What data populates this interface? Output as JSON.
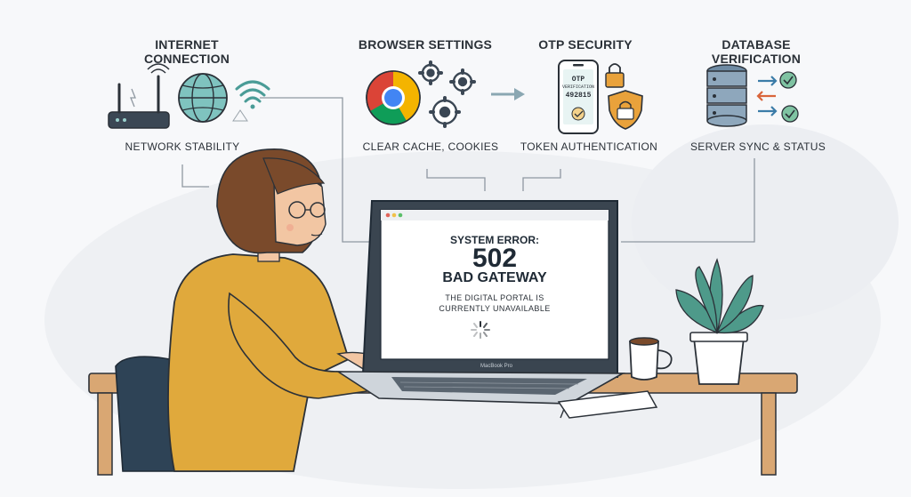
{
  "sections": [
    {
      "heading": "INTERNET CONNECTION",
      "caption": "NETWORK STABILITY"
    },
    {
      "heading": "BROWSER SETTINGS",
      "caption": "CLEAR CACHE, COOKIES"
    },
    {
      "heading": "OTP SECURITY",
      "caption": "TOKEN AUTHENTICATION"
    },
    {
      "heading": "DATABASE VERIFICATION",
      "caption": "SERVER SYNC & STATUS"
    }
  ],
  "phone": {
    "line1": "OTP",
    "line2": "VERIFICATION",
    "code": "492815"
  },
  "screen": {
    "line1": "SYSTEM ERROR:",
    "code": "502",
    "line2": "BAD GATEWAY",
    "message1": "THE DIGITAL PORTAL IS",
    "message2": "CURRENTLY UNAVAILABLE"
  },
  "laptop": {
    "brand": "MacBook Pro"
  },
  "colors": {
    "sweater": "#e0a93c",
    "hair": "#7a4a2b",
    "accent_teal": "#5aa7a4",
    "shield": "#e9a23b"
  }
}
